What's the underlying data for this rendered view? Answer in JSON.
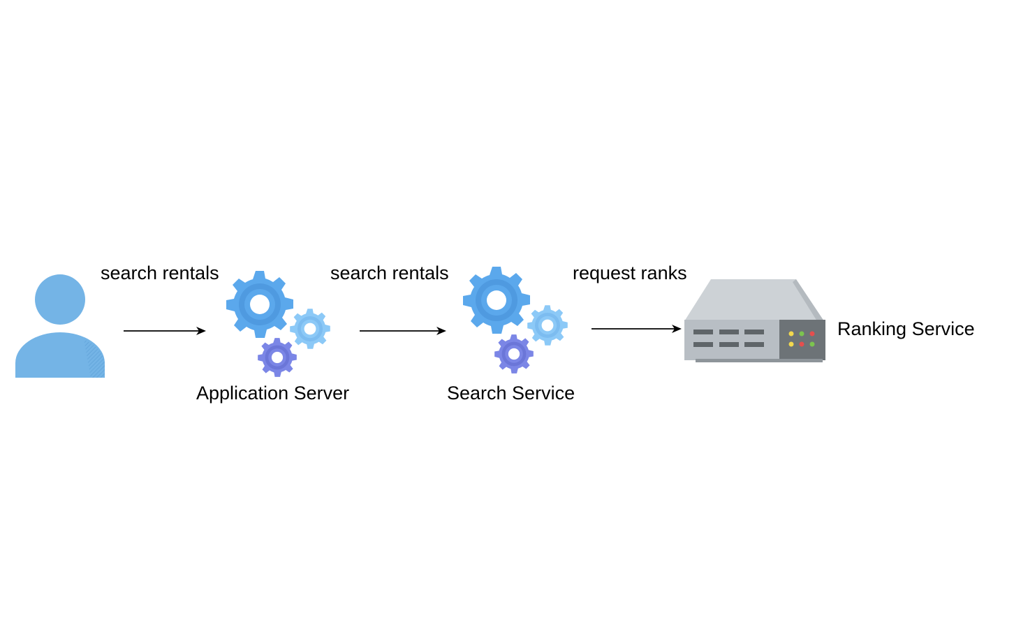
{
  "diagram": {
    "nodes": [
      {
        "id": "user",
        "label": "",
        "icon": "user-icon"
      },
      {
        "id": "app",
        "label": "Application Server",
        "icon": "gears-icon"
      },
      {
        "id": "search",
        "label": "Search Service",
        "icon": "gears-icon"
      },
      {
        "id": "ranking",
        "label": "Ranking Service",
        "icon": "server-icon"
      }
    ],
    "edges": [
      {
        "from": "user",
        "to": "app",
        "label": "search rentals"
      },
      {
        "from": "app",
        "to": "search",
        "label": "search rentals"
      },
      {
        "from": "search",
        "to": "ranking",
        "label": "request ranks"
      }
    ],
    "colors": {
      "user": "#74b4e6",
      "gear_large": "#5ba8ec",
      "gear_small_light": "#8cc9f7",
      "gear_purple": "#7b86e6",
      "server_body": "#b8bec4",
      "server_panel": "#6d7377",
      "led_yellow": "#f2d84e",
      "led_green": "#7cc44f",
      "led_red": "#e54e4e"
    }
  }
}
